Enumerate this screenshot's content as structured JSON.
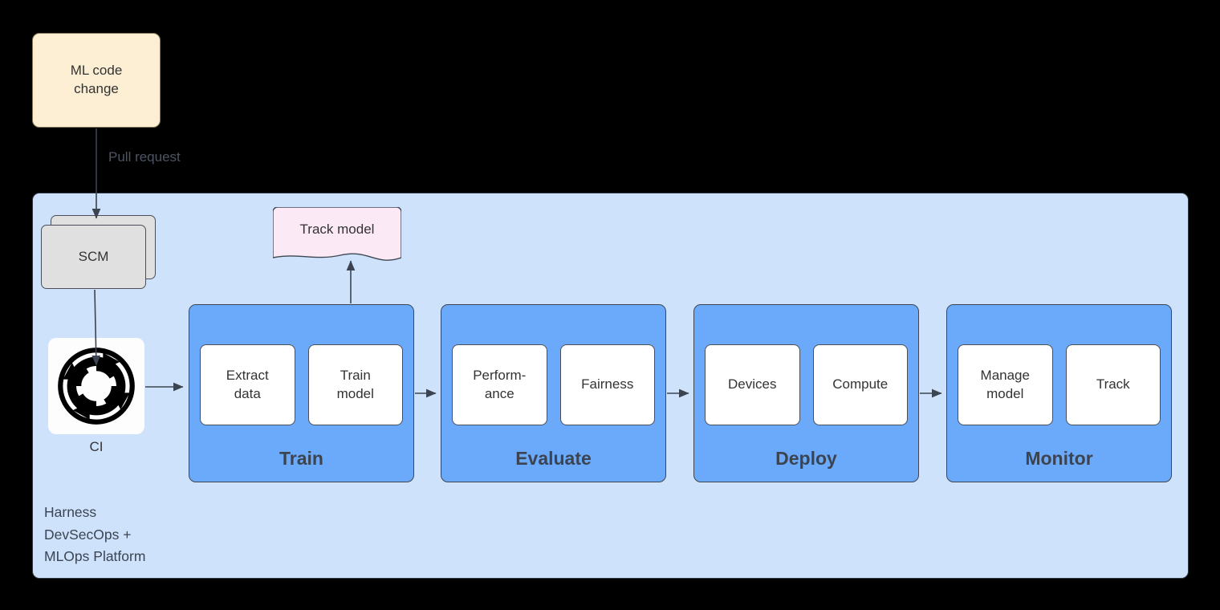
{
  "diagram": {
    "title": "Harness DevSecOps + MLOps Platform ML pipeline",
    "colors": {
      "background": "#000000",
      "platform_fill": "#CFE2FB",
      "stage_fill": "#6BAAFB",
      "code_change_fill": "#FCEFD4",
      "scm_fill": "#E0E0E0",
      "document_fill": "#FBE9F5",
      "sub_box_fill": "#FFFFFF",
      "stroke": "#3d4652",
      "text": "#333333"
    }
  },
  "code_change": {
    "label": "ML code\nchange"
  },
  "edges": {
    "pull_request_label": "Pull request"
  },
  "platform": {
    "caption": "Harness\nDevSecOps +\nMLOps Platform"
  },
  "scm": {
    "label": "SCM"
  },
  "ci": {
    "label": "CI",
    "icon": "continuous-integration-icon"
  },
  "track_model": {
    "label": "Track model"
  },
  "stages": [
    {
      "id": "train",
      "title": "Train",
      "steps": [
        {
          "label": "Extract\ndata"
        },
        {
          "label": "Train\nmodel"
        }
      ]
    },
    {
      "id": "evaluate",
      "title": "Evaluate",
      "steps": [
        {
          "label": "Perform-\nance"
        },
        {
          "label": "Fairness"
        }
      ]
    },
    {
      "id": "deploy",
      "title": "Deploy",
      "steps": [
        {
          "label": "Devices"
        },
        {
          "label": "Compute"
        }
      ]
    },
    {
      "id": "monitor",
      "title": "Monitor",
      "steps": [
        {
          "label": "Manage\nmodel"
        },
        {
          "label": "Track"
        }
      ]
    }
  ]
}
